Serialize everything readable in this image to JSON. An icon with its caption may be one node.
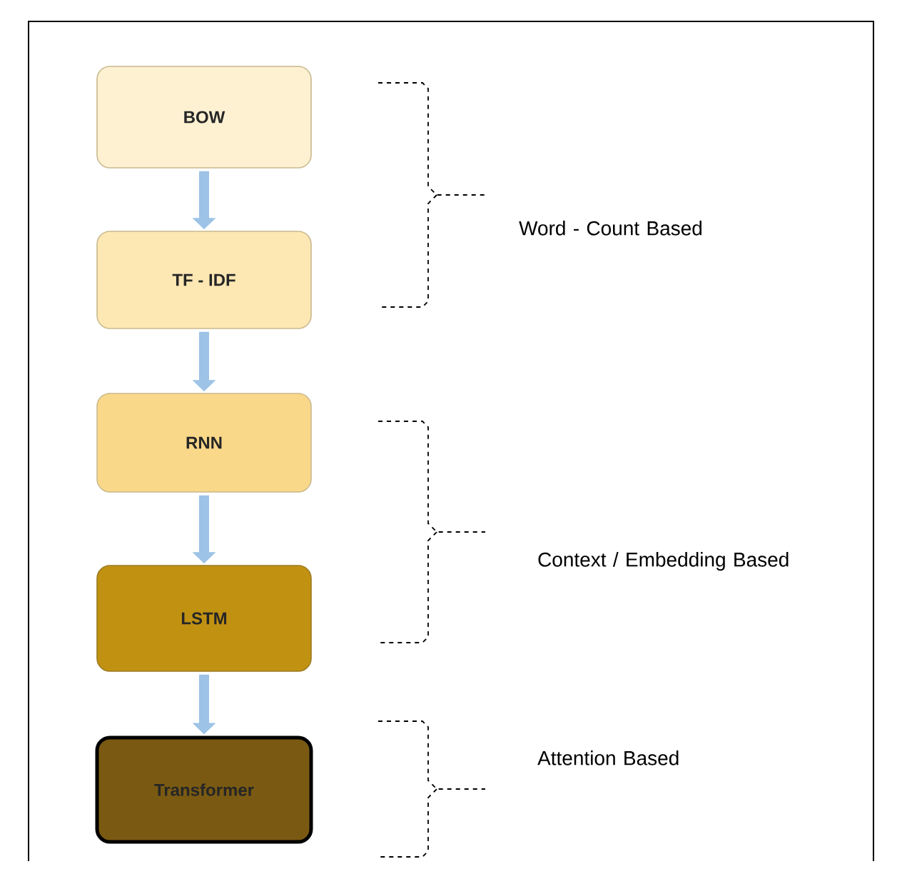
{
  "diagram": {
    "nodes": [
      {
        "text": [
          "BOW"
        ]
      },
      {
        "text": [
          "TF - IDF"
        ]
      },
      {
        "text": [
          "RNN"
        ]
      },
      {
        "text": [
          "LSTM"
        ]
      },
      {
        "text": [
          "Transformer"
        ]
      }
    ],
    "edges": [
      {
        "from": 0,
        "to": 1,
        "arrow": "to"
      },
      {
        "from": 1,
        "to": 2,
        "arrow": "to"
      },
      {
        "from": 2,
        "to": 3,
        "arrow": "to"
      },
      {
        "from": 3,
        "to": 4,
        "arrow": "to"
      }
    ],
    "labels": [
      "Word - Count Based",
      "Context / Embedding Based",
      "Attention Based"
    ]
  }
}
